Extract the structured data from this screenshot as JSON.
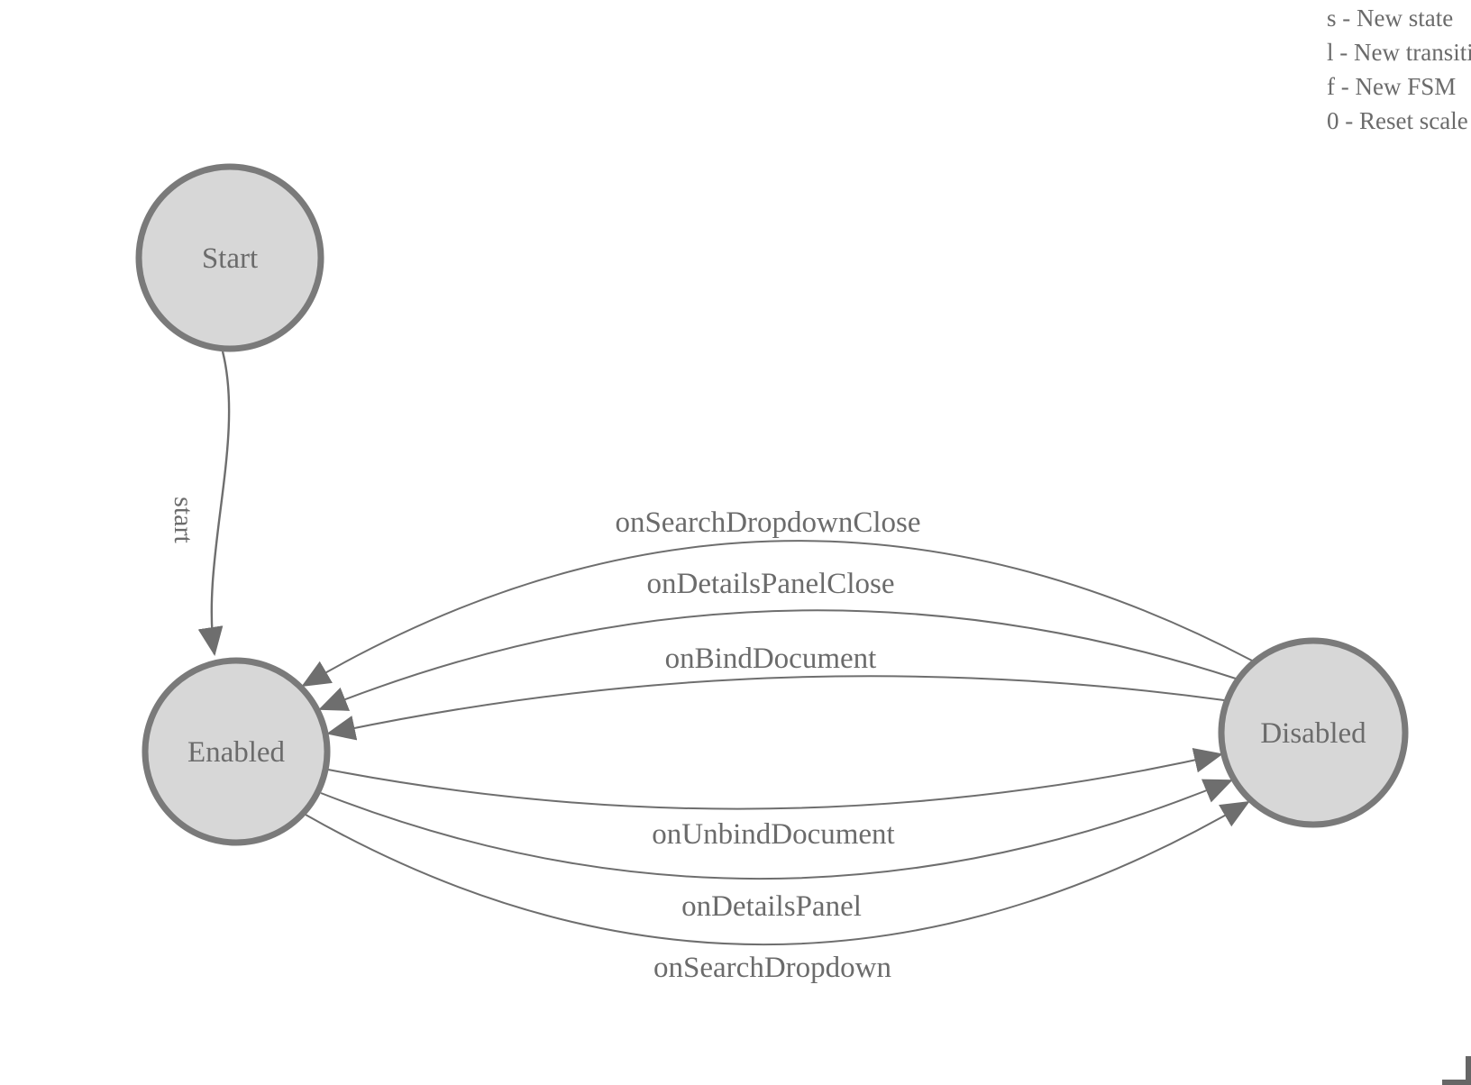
{
  "legend": {
    "lines": [
      "s - New state",
      "l - New transition",
      "f - New FSM",
      "0 - Reset scale"
    ]
  },
  "diagram": {
    "states": [
      {
        "id": "start",
        "label": "Start"
      },
      {
        "id": "enabled",
        "label": "Enabled"
      },
      {
        "id": "disabled",
        "label": "Disabled"
      }
    ],
    "transitions": [
      {
        "from": "Start",
        "to": "Enabled",
        "label": "start"
      },
      {
        "from": "Disabled",
        "to": "Enabled",
        "label": "onSearchDropdownClose"
      },
      {
        "from": "Disabled",
        "to": "Enabled",
        "label": "onDetailsPanelClose"
      },
      {
        "from": "Disabled",
        "to": "Enabled",
        "label": "onBindDocument"
      },
      {
        "from": "Enabled",
        "to": "Disabled",
        "label": "onUnbindDocument"
      },
      {
        "from": "Enabled",
        "to": "Disabled",
        "label": "onDetailsPanel"
      },
      {
        "from": "Enabled",
        "to": "Disabled",
        "label": "onSearchDropdown"
      }
    ]
  },
  "colors": {
    "state_fill": "#d7d7d7",
    "state_stroke": "#7a7a7a",
    "edge_stroke": "#6e6e6e",
    "text": "#6b6b6b"
  }
}
